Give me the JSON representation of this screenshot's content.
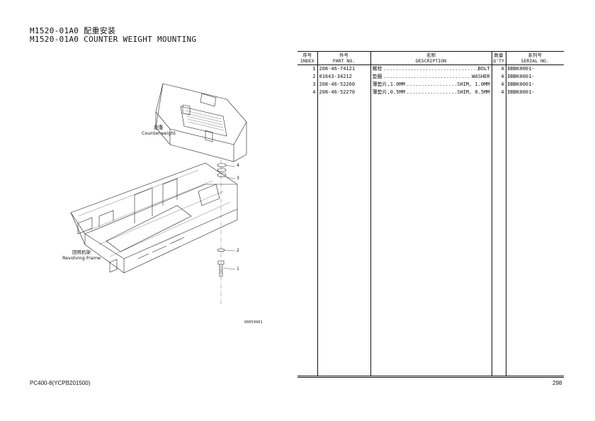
{
  "header": {
    "title_cn": "M1520-01A0 配重安装",
    "title_en": "M1520-01A0 COUNTER WEIGHT MOUNTING"
  },
  "diagram": {
    "labels": {
      "counterweight_cn": "配重",
      "counterweight_en": "Counterweight",
      "frame_cn": "回转机架",
      "frame_en": "Revolving Frame"
    },
    "callouts": [
      "4",
      "3",
      "2",
      "1"
    ],
    "figure_code": "00059901"
  },
  "table": {
    "headers": [
      {
        "cn": "序号",
        "en": "INDEX"
      },
      {
        "cn": "件号",
        "en": "PART NO."
      },
      {
        "cn": "名称",
        "en": "DESCRIPTION"
      },
      {
        "cn": "数量",
        "en": "Q'TY"
      },
      {
        "cn": "系列号",
        "en": "SERIAL NO."
      }
    ],
    "rows": [
      {
        "index": "1",
        "part_no": "208-46-74121",
        "name_cn": "螺栓",
        "name_en": "BOLT",
        "qty": "4",
        "serial": "DBBK0001-"
      },
      {
        "index": "2",
        "part_no": "01643-34212",
        "name_cn": "垫圈",
        "name_en": "WASHER",
        "qty": "4",
        "serial": "DBBK0001-"
      },
      {
        "index": "3",
        "part_no": "208-46-52260",
        "name_cn": "薄垫片,1.0MM",
        "name_en": "SHIM, 1.0MM",
        "qty": "4",
        "serial": "DBBK0001-"
      },
      {
        "index": "4",
        "part_no": "208-46-52270",
        "name_cn": "薄垫片,0.5MM",
        "name_en": "SHIM, 0.5MM",
        "qty": "4",
        "serial": "DBBK0001-"
      }
    ]
  },
  "footer": {
    "model": "PC400-8(YCPB201500)",
    "page": "298"
  }
}
